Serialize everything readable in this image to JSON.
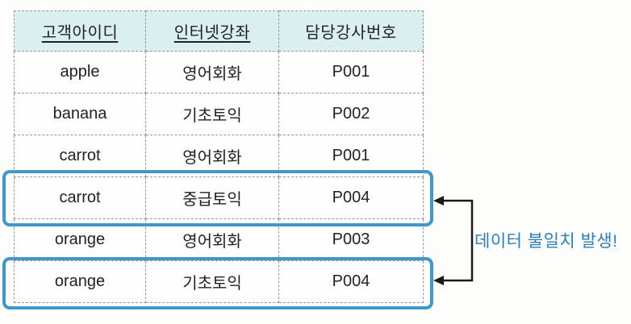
{
  "table": {
    "headers": [
      {
        "label": "고객아이디",
        "underline": true
      },
      {
        "label": "인터넷강좌",
        "underline": true
      },
      {
        "label": "담당강사번호",
        "underline": false
      }
    ],
    "rows": [
      {
        "customer_id": "apple",
        "course": "영어회화",
        "instructor_no": "P001"
      },
      {
        "customer_id": "banana",
        "course": "기초토익",
        "instructor_no": "P002"
      },
      {
        "customer_id": "carrot",
        "course": "영어회화",
        "instructor_no": "P001"
      },
      {
        "customer_id": "carrot",
        "course": "중급토익",
        "instructor_no": "P004"
      },
      {
        "customer_id": "orange",
        "course": "영어회화",
        "instructor_no": "P003"
      },
      {
        "customer_id": "orange",
        "course": "기초토익",
        "instructor_no": "P004"
      }
    ],
    "highlighted_row_indexes": [
      3,
      5
    ]
  },
  "annotation": {
    "label": "데이터 불일치 발생!",
    "color": "#2e7db8"
  },
  "colors": {
    "header_bg": "#d9eff0",
    "cell_border": "#979797",
    "highlight_box": "#3f97cc",
    "arrow": "#1a1a1a",
    "text": "#222222"
  }
}
